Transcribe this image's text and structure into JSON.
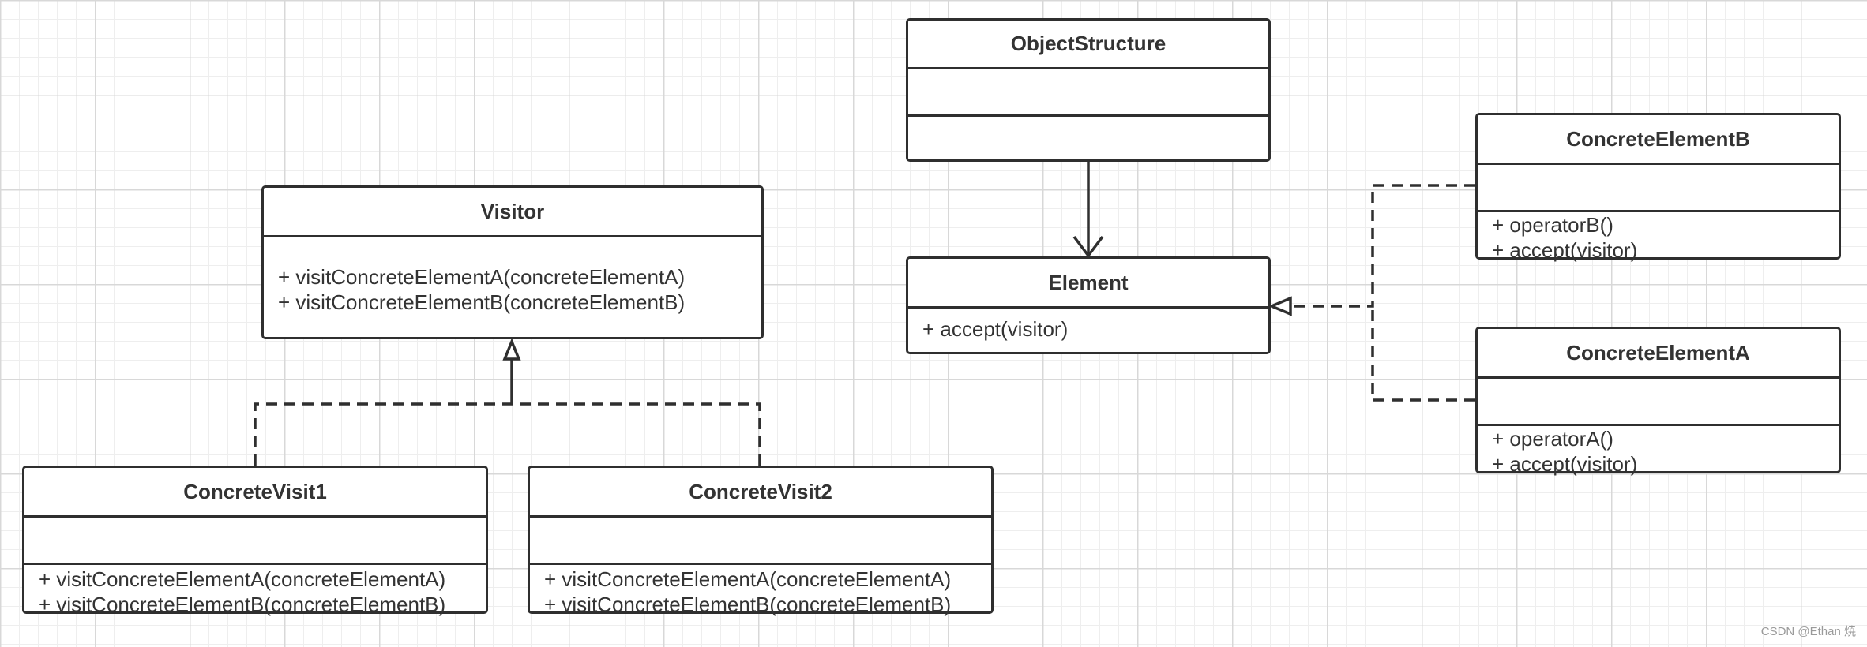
{
  "classes": {
    "object_structure": {
      "name": "ObjectStructure",
      "methods": []
    },
    "element": {
      "name": "Element",
      "methods": [
        "+ accept(visitor)"
      ]
    },
    "visitor": {
      "name": "Visitor",
      "methods": [
        "+ visitConcreteElementA(concreteElementA)",
        "+ visitConcreteElementB(concreteElementB)"
      ]
    },
    "concrete_visit1": {
      "name": "ConcreteVisit1",
      "methods": [
        "+ visitConcreteElementA(concreteElementA)",
        "+ visitConcreteElementB(concreteElementB)"
      ]
    },
    "concrete_visit2": {
      "name": "ConcreteVisit2",
      "methods": [
        "+ visitConcreteElementA(concreteElementA)",
        "+ visitConcreteElementB(concreteElementB)"
      ]
    },
    "concrete_element_b": {
      "name": "ConcreteElementB",
      "methods": [
        "+ operatorB()",
        "+ accept(visitor)"
      ]
    },
    "concrete_element_a": {
      "name": "ConcreteElementA",
      "methods": [
        "+ operatorA()",
        "+ accept(visitor)"
      ]
    }
  },
  "relationships": [
    {
      "from": "ObjectStructure",
      "to": "Element",
      "type": "association"
    },
    {
      "from": "ConcreteElementB",
      "to": "Element",
      "type": "realization"
    },
    {
      "from": "ConcreteElementA",
      "to": "Element",
      "type": "realization"
    },
    {
      "from": "ConcreteVisit1",
      "to": "Visitor",
      "type": "realization"
    },
    {
      "from": "ConcreteVisit2",
      "to": "Visitor",
      "type": "realization"
    }
  ],
  "colors": {
    "line": "#2f2f2f",
    "text": "#333333",
    "grid": "#d8d8d8",
    "background": "#ffffff"
  },
  "watermark": "CSDN @Ethan 焼"
}
